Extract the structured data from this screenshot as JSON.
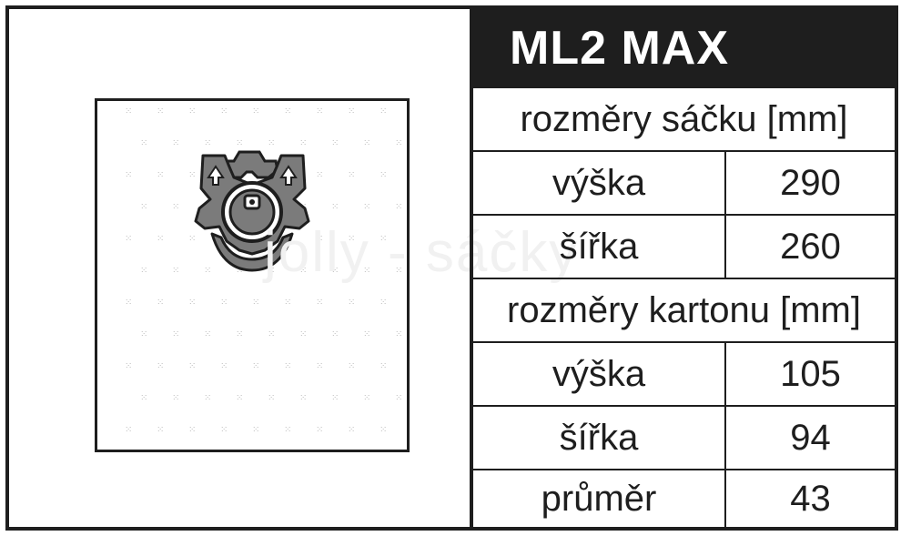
{
  "product": {
    "title": "ML2 MAX"
  },
  "watermark": "jolly - sáčky",
  "bag_dimensions": {
    "header": "rozměry sáčku [mm]",
    "rows": [
      {
        "label": "výška",
        "value": "290"
      },
      {
        "label": "šířka",
        "value": "260"
      }
    ]
  },
  "carton_dimensions": {
    "header": "rozměry kartonu [mm]",
    "rows": [
      {
        "label": "výška",
        "value": "105"
      },
      {
        "label": "šířka",
        "value": "94"
      },
      {
        "label": "průměr",
        "value": "43"
      }
    ]
  },
  "colors": {
    "line": "#1e1e1e",
    "collar": "#7b7b7b",
    "dots": "#bdbdbd"
  },
  "icons": [
    "dust-bag-illustration",
    "arrow-up-icon",
    "bag-collar-icon"
  ]
}
